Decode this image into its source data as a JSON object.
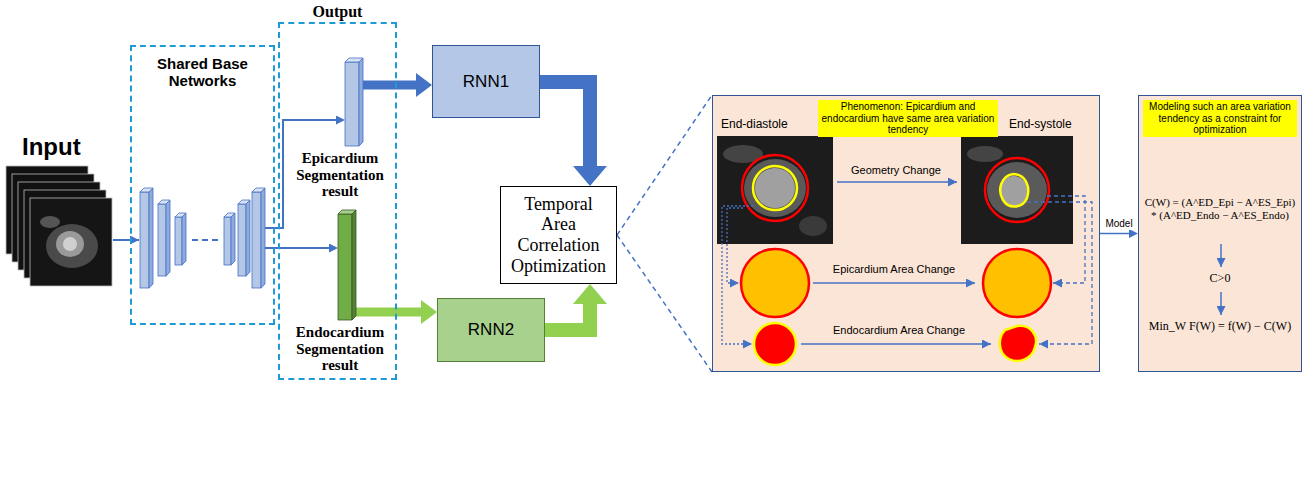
{
  "diagram": {
    "nodes": [
      {
        "text": [
          "Shared Base Networks"
        ]
      },
      {
        "text": [
          "Output"
        ]
      },
      {
        "text": [
          "Epicardium Segmentation result"
        ],
        "in": 1
      },
      {
        "text": [
          "Endocardium Segmentation result"
        ],
        "in": 1
      },
      {
        "text": [
          "RNN1"
        ]
      },
      {
        "text": [
          "RNN2"
        ]
      },
      {
        "text": [
          "Temporal Area Correlation Optimization"
        ]
      },
      {
        "text": [
          "Phenomenon: Epicardium and endocardium have same area variation tendency"
        ]
      },
      {
        "text": [
          "Modeling such an area variation tendency as a constraint for optimization",
          "C(W) = (A^ED_Epi − A^ES_Epi) * (A^ED_Endo − A^ES_Endo)",
          "C>0",
          "Min_W F(W) = f(W) − C(W)"
        ]
      }
    ],
    "edges": [
      {
        "from": 0,
        "to": 2,
        "arrow": "to"
      },
      {
        "from": 0,
        "to": 3,
        "arrow": "to"
      },
      {
        "from": 2,
        "to": 4,
        "arrow": "to"
      },
      {
        "from": 3,
        "to": 5,
        "arrow": "to"
      },
      {
        "from": 4,
        "to": 6,
        "arrow": "to"
      },
      {
        "from": 5,
        "to": 6,
        "arrow": "to"
      },
      {
        "from": 6,
        "to": 7,
        "arrow": "none"
      },
      {
        "from": 7,
        "to": 8,
        "arrow": "to",
        "label": "Model"
      }
    ],
    "labels": [
      "Input",
      "End-diastole",
      "End-systole",
      "Geometry Change",
      "Epicardium Area Change",
      "Endocardium Area Change"
    ]
  }
}
